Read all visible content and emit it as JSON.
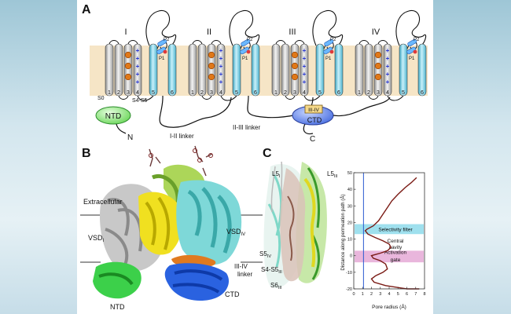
{
  "panel_a": {
    "label": "A",
    "domains": [
      "I",
      "II",
      "III",
      "IV"
    ],
    "helix_numbers": [
      "1",
      "2",
      "3",
      "4",
      "5",
      "6"
    ],
    "p_labels": [
      "P1",
      "P2"
    ],
    "s0": "S0",
    "s4s5": "S4-S5",
    "ntd": "NTD",
    "n_terminus": "N",
    "c_terminus": "C",
    "linker_1_2": "I-II linker",
    "linker_2_3": "II-III linker",
    "iii_iv": "III-IV",
    "ctd": "CTD"
  },
  "panel_b": {
    "label": "B",
    "extracellular": "Extracellular",
    "vsd_i": "VSD",
    "vsd_i_sub": "I",
    "vsd_iv": "VSD",
    "vsd_iv_sub": "IV",
    "iii_iv_linker_1": "III-IV",
    "iii_iv_linker_2": "linker",
    "ctd": "CTD",
    "ntd": "NTD"
  },
  "panel_c": {
    "label": "C",
    "l5_i": "L5",
    "l5_i_sub": "I",
    "l5_iii": "L5",
    "l5_iii_sub": "III",
    "s5_iv": "S5",
    "s5_iv_sub": "IV",
    "s4s5": "S4-S5",
    "s4s5_sub": "III",
    "s6_iii": "S6",
    "s6_iii_sub": "III",
    "selectivity_filter": "Selectivity filter",
    "central_cavity_1": "Central",
    "central_cavity_2": "cavity",
    "activation_gate_1": "Activation",
    "activation_gate_2": "gate",
    "y_axis_label": "Distance along permeation path (Å)",
    "x_axis_label": "Pore radius (Å)"
  },
  "chart_data": {
    "type": "line",
    "title": "",
    "xlabel": "Pore radius (Å)",
    "ylabel": "Distance along permeation path (Å)",
    "xlim": [
      0,
      8
    ],
    "ylim": [
      -20,
      50
    ],
    "xticks": [
      "0",
      "1",
      "2",
      "3",
      "4",
      "5",
      "6",
      "7",
      "8"
    ],
    "yticks": [
      "-20",
      "-10",
      "0",
      "10",
      "20",
      "30",
      "40",
      "50"
    ],
    "reference_line_x": 1.1,
    "series": [
      {
        "name": "",
        "points": [
          [
            7.1,
            47
          ],
          [
            6.5,
            44
          ],
          [
            5.8,
            41
          ],
          [
            5.0,
            37
          ],
          [
            4.3,
            33
          ],
          [
            3.8,
            29
          ],
          [
            3.3,
            25
          ],
          [
            2.8,
            21
          ],
          [
            2.2,
            18
          ],
          [
            1.5,
            16
          ],
          [
            1.3,
            15
          ],
          [
            1.6,
            13
          ],
          [
            2.4,
            11
          ],
          [
            3.3,
            9
          ],
          [
            4.0,
            7
          ],
          [
            4.2,
            5
          ],
          [
            3.8,
            3
          ],
          [
            3.0,
            1.5
          ],
          [
            2.3,
            0.5
          ],
          [
            2.0,
            0
          ],
          [
            2.2,
            -1.5
          ],
          [
            3.0,
            -3
          ],
          [
            3.6,
            -5
          ],
          [
            3.8,
            -8
          ],
          [
            3.3,
            -10
          ],
          [
            2.5,
            -12
          ],
          [
            2.0,
            -14
          ],
          [
            2.3,
            -16
          ],
          [
            3.6,
            -18
          ],
          [
            6.0,
            -20
          ],
          [
            7.4,
            -21
          ]
        ]
      }
    ],
    "bands": [
      {
        "label": "Selectivity filter",
        "y": [
          13,
          19
        ],
        "color": "#9fe0ee"
      },
      {
        "label": "Activation gate",
        "y": [
          -4,
          3
        ],
        "color": "#e9b6dc"
      }
    ],
    "annotations": [
      "Central cavity"
    ]
  }
}
